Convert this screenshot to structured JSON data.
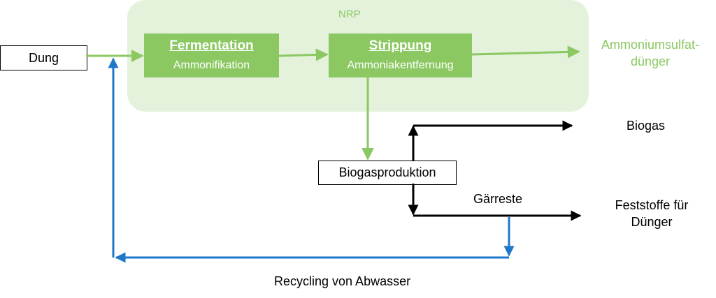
{
  "colors": {
    "green": "#8bc862",
    "green_light": "#e4f2dc",
    "blue": "#1f77c9",
    "black": "#000000"
  },
  "nrp_label": "NRP",
  "nodes": {
    "dung": "Dung",
    "fermentation": {
      "title": "Fermentation",
      "subtitle": "Ammonifikation"
    },
    "strippung": {
      "title": "Strippung",
      "subtitle": "Ammoniakentfernung"
    },
    "biogasproduktion": "Biogasproduktion"
  },
  "outputs": {
    "ammoniumsulfat_line1": "Ammoniumsulfat-",
    "ammoniumsulfat_line2": "dünger",
    "biogas": "Biogas",
    "feststoffe_line1": "Feststoffe für",
    "feststoffe_line2": "Dünger"
  },
  "labels": {
    "gaerreste": "Gärreste",
    "recycling": "Recycling von Abwasser"
  }
}
